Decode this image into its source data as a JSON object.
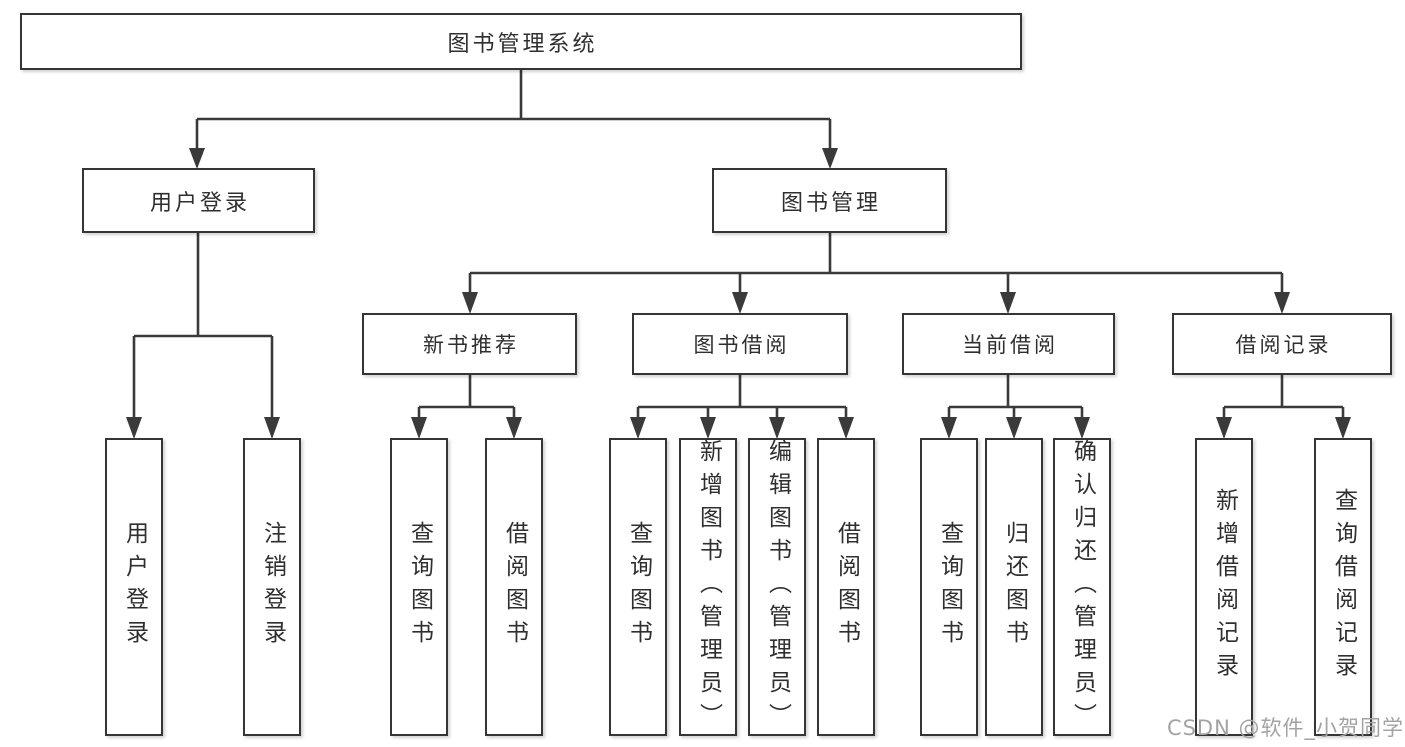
{
  "diagram": {
    "root": {
      "label": "图书管理系统"
    },
    "level2": [
      {
        "label": "用户登录"
      },
      {
        "label": "图书管理"
      }
    ],
    "level3": [
      {
        "label": "新书推荐"
      },
      {
        "label": "图书借阅"
      },
      {
        "label": "当前借阅"
      },
      {
        "label": "借阅记录"
      }
    ],
    "leaves": {
      "user_login": [
        "用户登录",
        "注销登录"
      ],
      "new_book_recommend": [
        "查询图书",
        "借阅图书"
      ],
      "book_borrowing": [
        "查询图书",
        "新增图书（管理员）",
        "编辑图书（管理员）",
        "借阅图书"
      ],
      "current_borrowing": [
        "查询图书",
        "归还图书",
        "确认归还（管理员）"
      ],
      "borrowing_records": [
        "新增借阅记录",
        "查询借阅记录"
      ]
    }
  },
  "watermark": {
    "text": "CSDN @软件_小贺同学"
  },
  "colors": {
    "line": "#3a3a3a",
    "border": "#353535",
    "text": "#2f2f2f",
    "watermark": "#a3a3a3",
    "background": "#ffffff"
  }
}
